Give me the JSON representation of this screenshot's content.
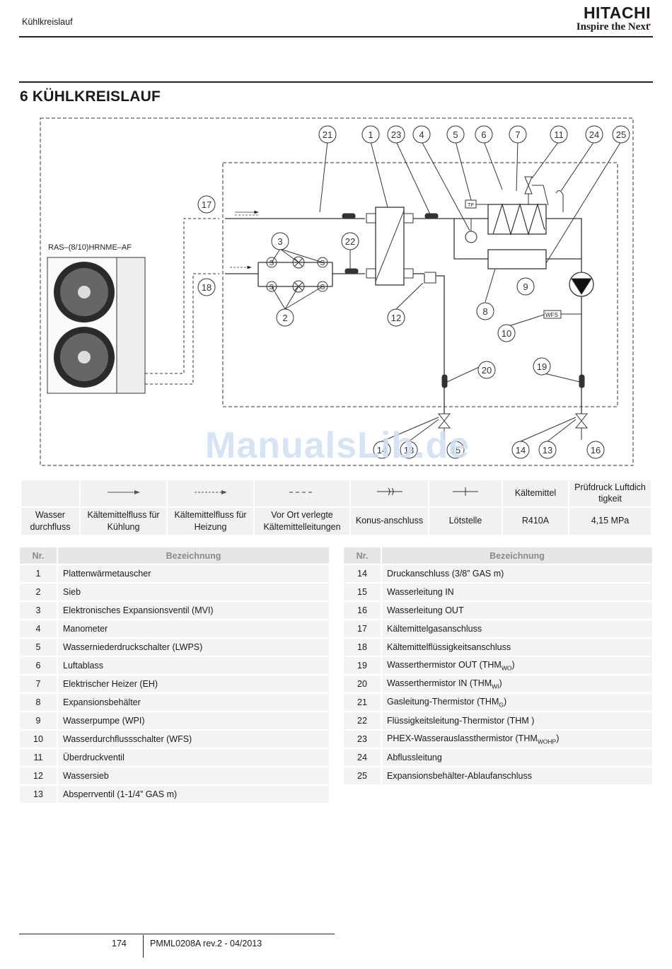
{
  "header": {
    "section": "Kühlkreislauf",
    "brand_name": "HITACHI",
    "brand_tagline": "Inspire the Next"
  },
  "title": "6  KÜHLKREISLAUF",
  "diagram": {
    "unit_model": "RAS–(8/10)HRNME–AF",
    "callouts": [
      "21",
      "1",
      "23",
      "4",
      "5",
      "6",
      "7",
      "11",
      "24",
      "25",
      "17",
      "3",
      "22",
      "18",
      "2",
      "12",
      "9",
      "8",
      "10",
      "20",
      "19",
      "14",
      "13",
      "15",
      "14",
      "13",
      "16"
    ],
    "component_text": {
      "tp": "TP",
      "wfs": "WFS",
      "s": "S"
    }
  },
  "watermark": "ManualsLib.de",
  "legend": {
    "symbol_row_headers": [
      "Kältemittel",
      "Prüfdruck Luftdich tigkeit"
    ],
    "labels": [
      "Wasser durchfluss",
      "Kältemittelfluss für Kühlung",
      "Kältemittelfluss für Heizung",
      "Vor Ort verlegte Kältemittelleitungen",
      "Konus-anschluss",
      "Lötstelle",
      "R410A",
      "4,15 MPa"
    ]
  },
  "parts_headers": {
    "nr": "Nr.",
    "name": "Bezeichnung"
  },
  "parts_left": [
    {
      "nr": "1",
      "name": "Plattenwärmetauscher"
    },
    {
      "nr": "2",
      "name": "Sieb"
    },
    {
      "nr": "3",
      "name": "Elektronisches Expansionsventil (MVI)"
    },
    {
      "nr": "4",
      "name": "Manometer"
    },
    {
      "nr": "5",
      "name": "Wasserniederdruckschalter (LWPS)"
    },
    {
      "nr": "6",
      "name": "Luftablass"
    },
    {
      "nr": "7",
      "name": "Elektrischer Heizer (EH)"
    },
    {
      "nr": "8",
      "name": "Expansionsbehälter"
    },
    {
      "nr": "9",
      "name": "Wasserpumpe (WPI)"
    },
    {
      "nr": "10",
      "name": "Wasserdurchflussschalter (WFS)"
    },
    {
      "nr": "11",
      "name": "Überdruckventil"
    },
    {
      "nr": "12",
      "name": "Wassersieb"
    },
    {
      "nr": "13",
      "name": "Absperrventil (1-1/4” GAS m)"
    }
  ],
  "parts_right": [
    {
      "nr": "14",
      "name": "Druckanschluss (3/8” GAS m)"
    },
    {
      "nr": "15",
      "name": "Wasserleitung IN"
    },
    {
      "nr": "16",
      "name": "Wasserleitung OUT"
    },
    {
      "nr": "17",
      "name": "Kältemittelgasanschluss"
    },
    {
      "nr": "18",
      "name": "Kältemittelflüssigkeitsanschluss"
    },
    {
      "nr": "19",
      "name": "Wasserthermistor OUT (THM",
      "sub": "WO",
      "tail": ")"
    },
    {
      "nr": "20",
      "name": "Wasserthermistor IN (THM",
      "sub": "WI",
      "tail": ")"
    },
    {
      "nr": "21",
      "name": "Gasleitung-Thermistor (THM",
      "sub": "G",
      "tail": ")"
    },
    {
      "nr": "22",
      "name": "Flüssigkeitsleitung-Thermistor (THM  )"
    },
    {
      "nr": "23",
      "name": "PHEX-Wasserauslassthermistor (THM",
      "sub": "WOHP",
      "tail": ")"
    },
    {
      "nr": "24",
      "name": "Abflussleitung"
    },
    {
      "nr": "25",
      "name": "Expansionsbehälter-Ablaufanschluss"
    }
  ],
  "footer": {
    "page": "174",
    "docref": "PMML0208A rev.2 - 04/2013"
  }
}
